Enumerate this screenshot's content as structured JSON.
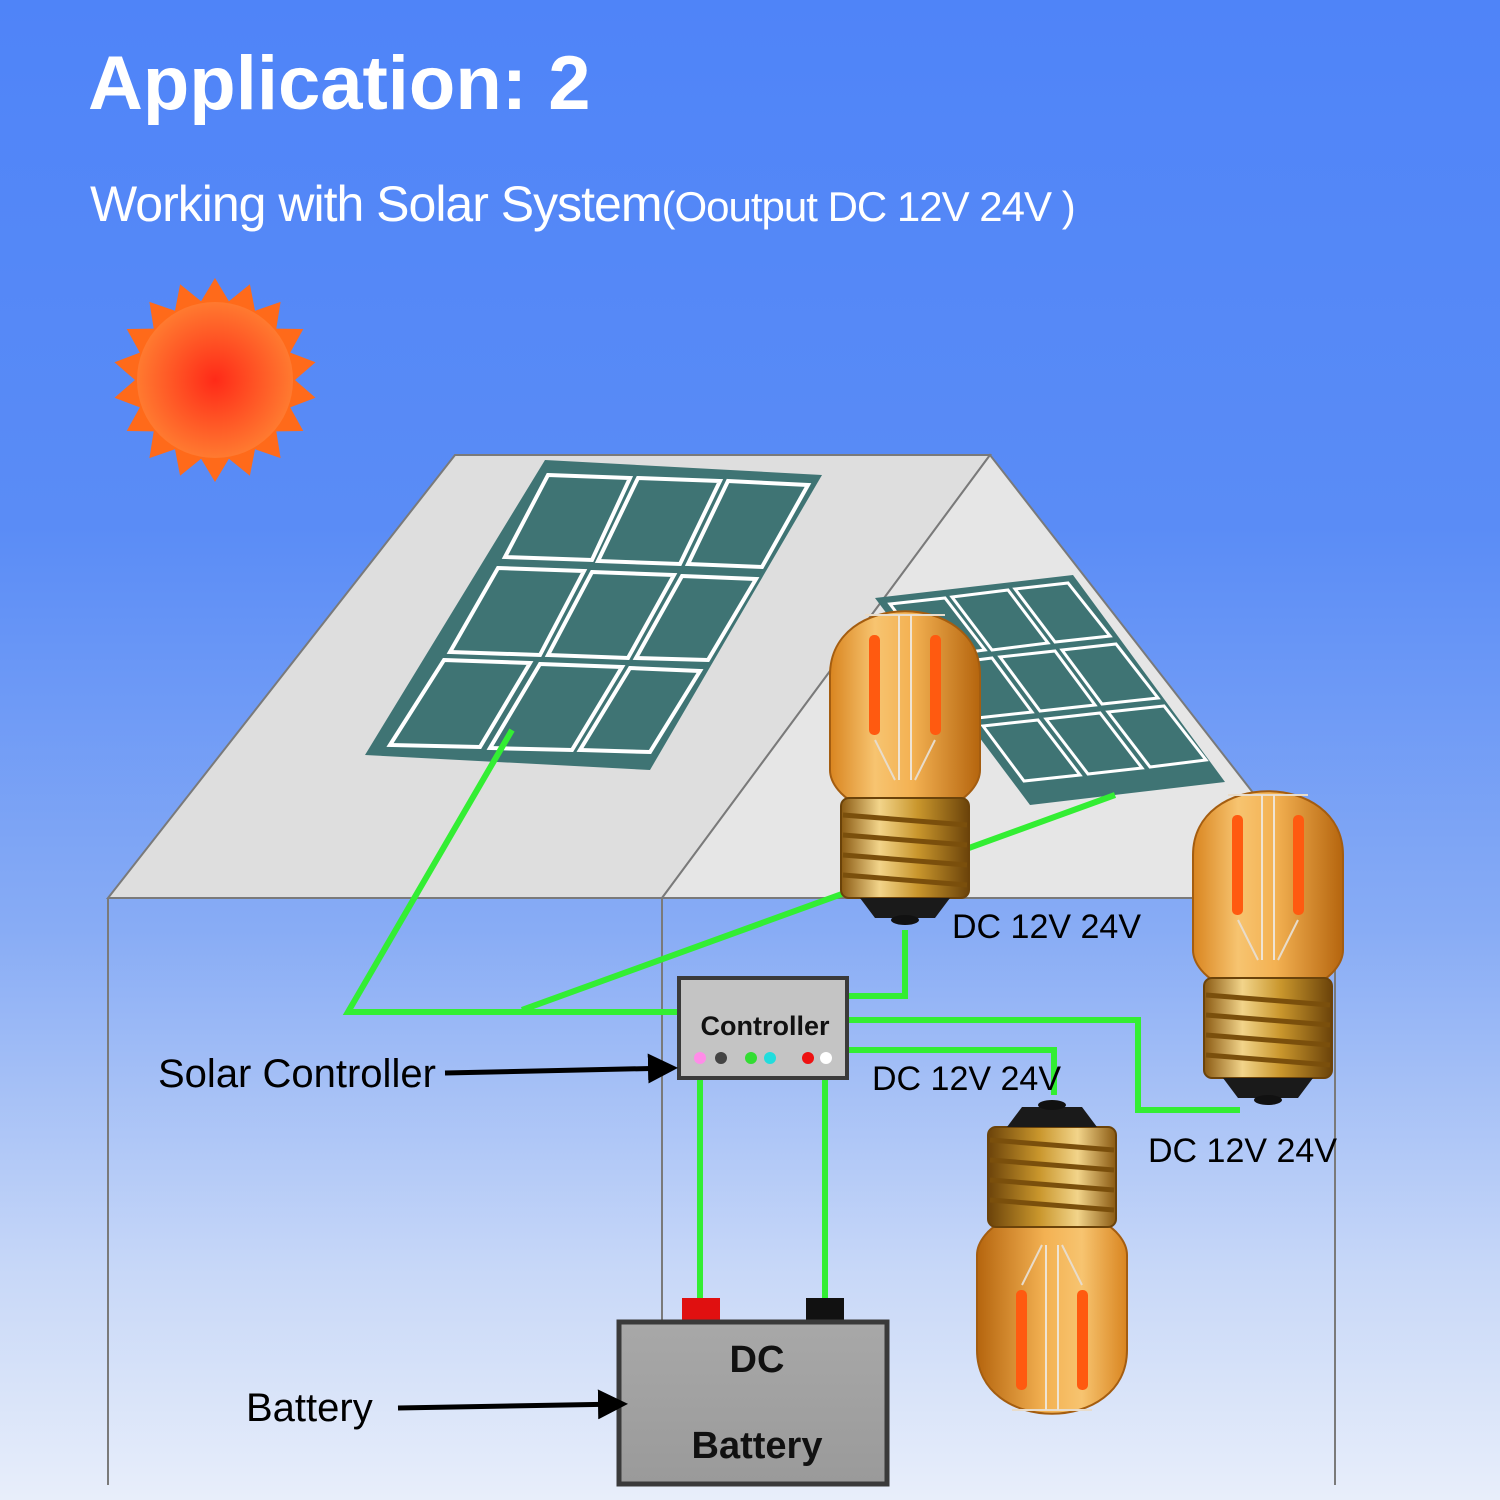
{
  "header": {
    "title": "Application: 2",
    "subtitle_main": "Working with Solar System",
    "subtitle_detail": "(Ooutput DC 12V 24V )"
  },
  "labels": {
    "controller_box": "Controller",
    "solar_controller": "Solar Controller",
    "battery_pointer": "Battery",
    "battery_line1": "DC",
    "battery_line2": "Battery",
    "bulb_top_voltage": "DC 12V 24V",
    "bulb_bottom_voltage": "DC 12V 24V",
    "bulb_right_voltage": "DC 12V 24V"
  },
  "colors": {
    "sky_top": "#4f84f8",
    "wire": "#33ee33",
    "panel": "#3f7474",
    "roof": "#e0e0e0",
    "sun": "#ff5a1a",
    "bulb_glass": "#f0a540",
    "filament": "#ff5a10",
    "battery_body": "#a0a0a0",
    "terminal_positive": "#e01010",
    "terminal_negative": "#111111"
  },
  "controller_leds": [
    "#ff8ce8",
    "#444444",
    "#33dd33",
    "#22dddd",
    "#ee1111",
    "#ffffff"
  ],
  "icons": [
    "sun-icon",
    "solar-panel-icon",
    "light-bulb-icon",
    "battery-icon",
    "arrow-icon"
  ]
}
